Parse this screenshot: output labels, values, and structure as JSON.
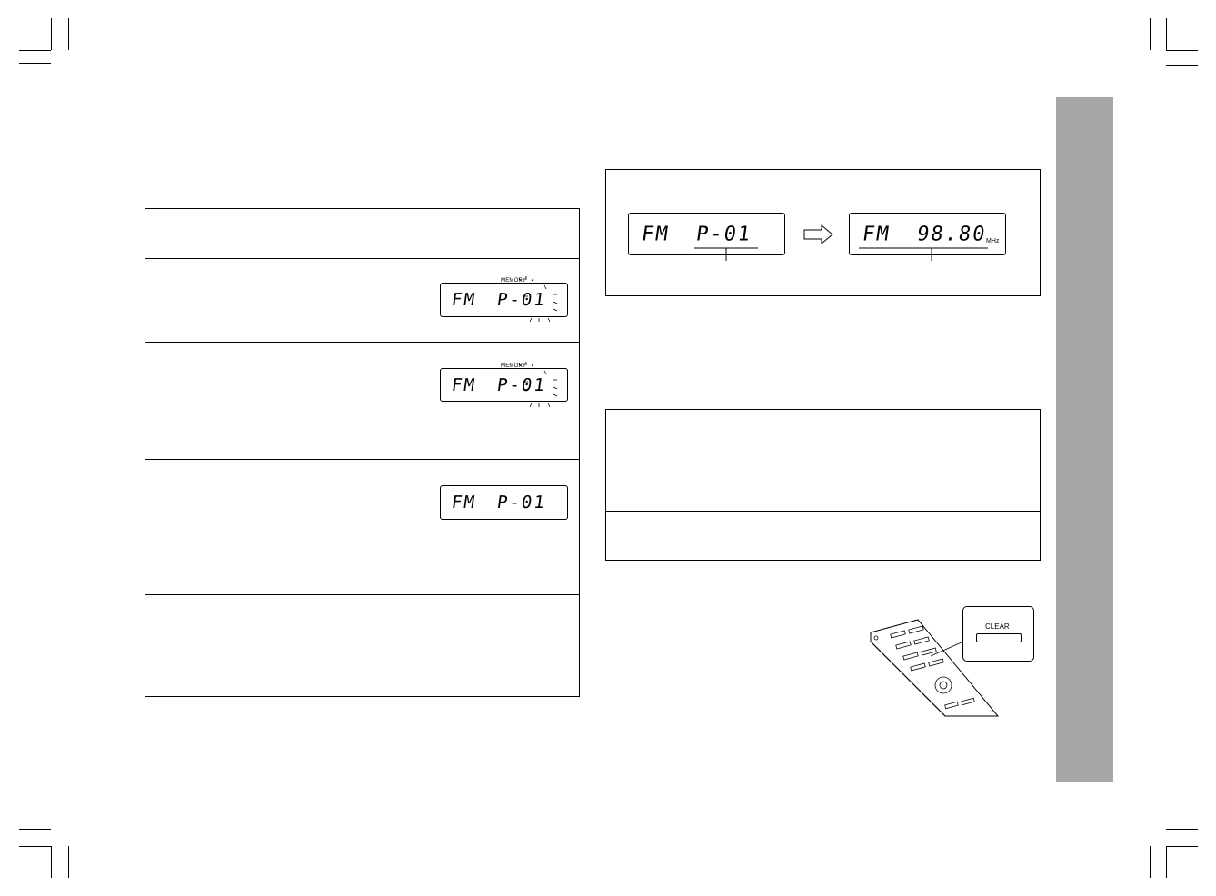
{
  "displays": {
    "step2": {
      "band": "FM",
      "preset": "P-01",
      "indicator": "MEMORY"
    },
    "step3": {
      "band": "FM",
      "preset": "P-01",
      "indicator": "MEMORY"
    },
    "step4": {
      "band": "FM",
      "preset": "P-01"
    },
    "recall_before": {
      "band": "FM",
      "preset": "P-01"
    },
    "recall_after": {
      "band": "FM",
      "frequency": "98.80",
      "unit": "MHz"
    }
  },
  "remote": {
    "clear_button_label": "CLEAR"
  },
  "colors": {
    "side_tab": "#a7a7a7",
    "ink": "#000000",
    "paper": "#ffffff"
  },
  "icons": {
    "arrow": "right-arrow-icon",
    "remote": "remote-control-icon"
  }
}
